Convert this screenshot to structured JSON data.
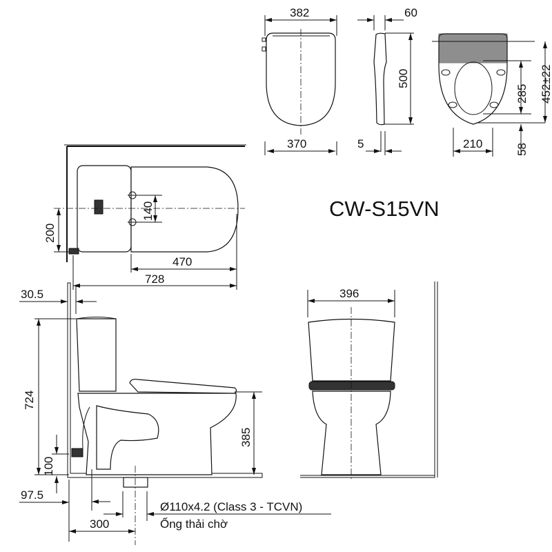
{
  "model": "CW-S15VN",
  "seat_views": {
    "top_width_outer": "382",
    "top_width_inner": "370",
    "side_thickness": "60",
    "side_length": "500",
    "side_offset": "5",
    "bottom_width": "210",
    "bottom_hole_length": "285",
    "bottom_mount_length": "452±22",
    "bottom_offset": "58"
  },
  "plan_view": {
    "bolt_spacing": "140",
    "supply_offset": "200",
    "seat_length": "470",
    "total_length": "728"
  },
  "side_view": {
    "wall_gap": "30.5",
    "total_height": "724",
    "supply_height": "100",
    "supply_wall_offset": "97.5",
    "seat_height": "385",
    "drain_distance": "300",
    "pipe_spec": "Ø110x4.2 (Class 3 - TCVN)",
    "pipe_label": "Ống thải chờ"
  },
  "front_view": {
    "width": "396"
  }
}
